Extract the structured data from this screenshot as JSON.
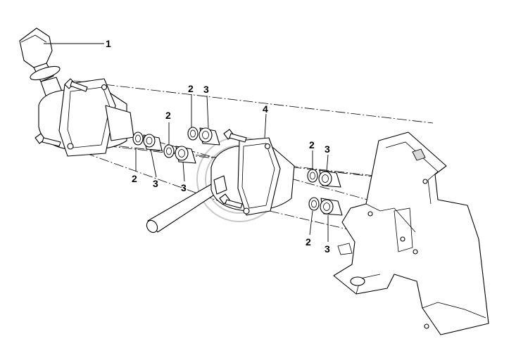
{
  "diagram": {
    "callouts": {
      "c1": "1",
      "c2a": "2",
      "c3a": "3",
      "c2b": "2",
      "c2c": "2",
      "c3c": "3",
      "c3d": "3",
      "c4": "4",
      "c2e": "2",
      "c3e": "3",
      "c2f": "2",
      "c3f": "3"
    },
    "colors": {
      "line": "#000000",
      "background": "#ffffff",
      "watermark": "#c8c8c8"
    }
  }
}
